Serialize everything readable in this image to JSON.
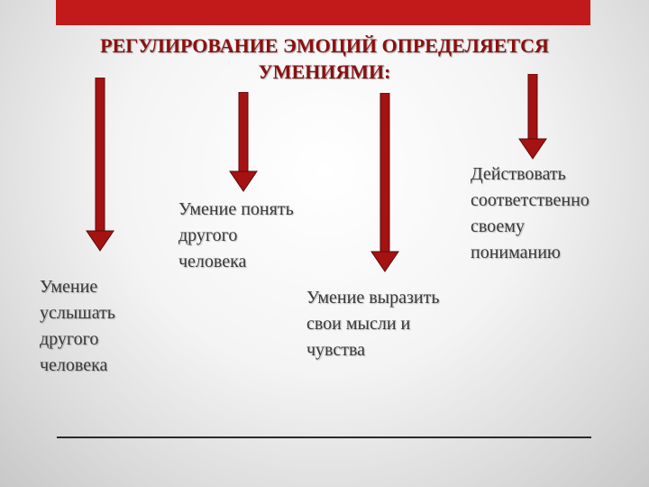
{
  "header": {
    "title_line1": "РЕГУЛИРОВАНИЕ ЭМОЦИЙ ОПРЕДЕЛЯЕТСЯ",
    "title_line2": "УМЕНИЯМИ:"
  },
  "skills": [
    {
      "lines": [
        "Умение",
        "услышать",
        "другого",
        "человека"
      ]
    },
    {
      "lines": [
        "Умение понять",
        "другого",
        "человека"
      ]
    },
    {
      "lines": [
        "Умение выразить",
        "свои мысли и",
        "чувства"
      ]
    },
    {
      "lines": [
        "Действовать",
        "соответственно",
        "своему",
        "пониманию"
      ]
    }
  ],
  "colors": {
    "accent": "#c21a1a",
    "arrow": "#a51212",
    "title": "#8b1010",
    "text": "#3a3a3a"
  }
}
